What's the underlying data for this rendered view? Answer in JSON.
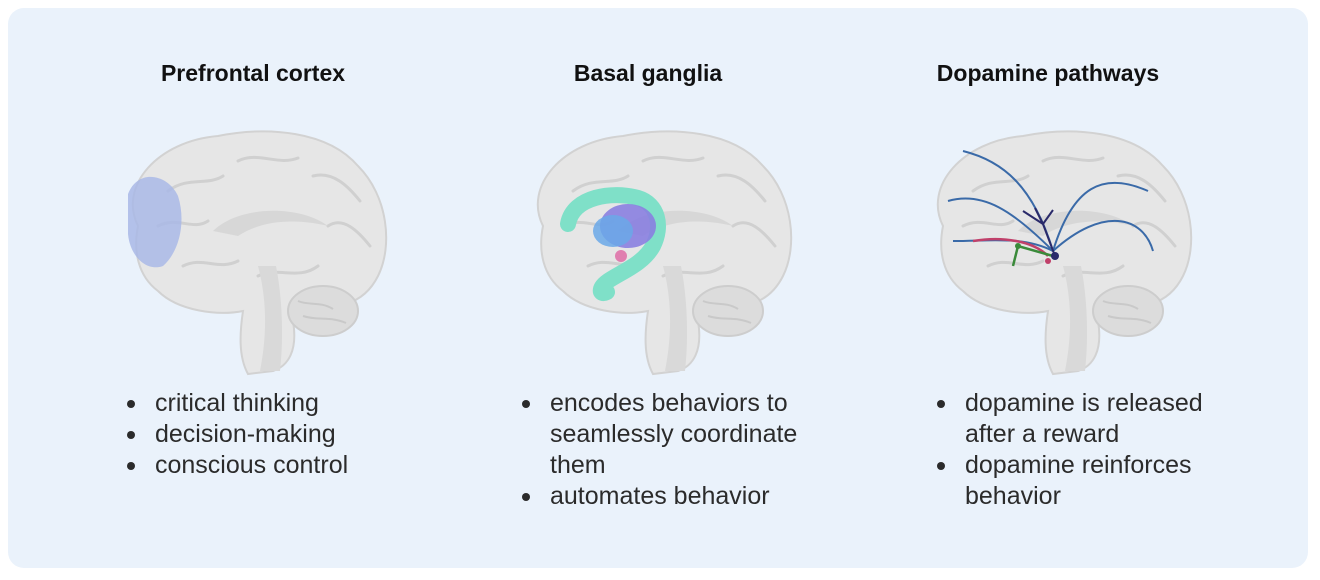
{
  "columns": [
    {
      "title": "Prefrontal cortex",
      "bullets": [
        "critical thinking",
        "decision-making",
        "conscious control"
      ],
      "highlight_color": "#a9b9e6"
    },
    {
      "title": "Basal ganglia",
      "bullets": [
        "encodes behaviors to seamlessly coordinate them",
        "automates behavior"
      ],
      "highlight_colors": [
        "#7fe0c8",
        "#8a7fe0",
        "#6aa8e8",
        "#e07fb0"
      ]
    },
    {
      "title": "Dopamine pathways",
      "bullets": [
        "dopamine is released after a reward",
        "dopamine reinforces behavior"
      ],
      "pathway_colors": [
        "#3a6aa8",
        "#c0406a",
        "#3a8a3a",
        "#2a2a6a"
      ]
    }
  ]
}
